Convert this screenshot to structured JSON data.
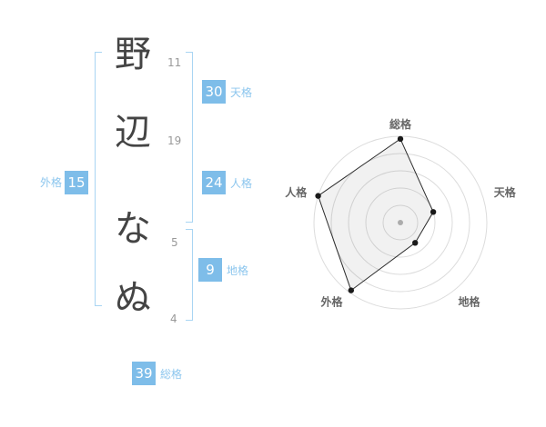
{
  "name_display": {
    "characters": [
      {
        "char": "野",
        "strokes": "11"
      },
      {
        "char": "辺",
        "strokes": "19"
      },
      {
        "char": "な",
        "strokes": "5"
      },
      {
        "char": "ぬ",
        "strokes": "4"
      }
    ]
  },
  "scores": {
    "tenkaku": {
      "label": "天格",
      "value": "30"
    },
    "jinkaku": {
      "label": "人格",
      "value": "24"
    },
    "chikaku": {
      "label": "地格",
      "value": "9"
    },
    "gaikaku": {
      "label": "外格",
      "value": "15"
    },
    "soukaku": {
      "label": "総格",
      "value": "39"
    }
  },
  "colors": {
    "accent_badge": "#7ebde9",
    "accent_label_text": "#8cc6ee",
    "bracket": "#a9d5f3",
    "kanji_text": "#444444",
    "stroke_count_text": "#999999",
    "badge_number_text": "#ffffff"
  },
  "chart_data": {
    "type": "radar",
    "title": "",
    "axes": [
      "総格",
      "天格",
      "地格",
      "外格",
      "人格"
    ],
    "values": [
      97,
      40,
      29,
      97,
      100
    ],
    "max": 100,
    "rings": 5,
    "start_angle_deg": 90,
    "direction": "clockwise",
    "grid": "concentric-circles",
    "center": [
      140,
      135
    ],
    "outer_radius": 95,
    "label_radius": 108,
    "ring_color": "#dcdcdc",
    "fill": "rgba(80,80,80,0.08)",
    "stroke": "#2b2b2b",
    "dot_color": "#1a1a1a",
    "center_dot_color": "#b5b5b5"
  }
}
